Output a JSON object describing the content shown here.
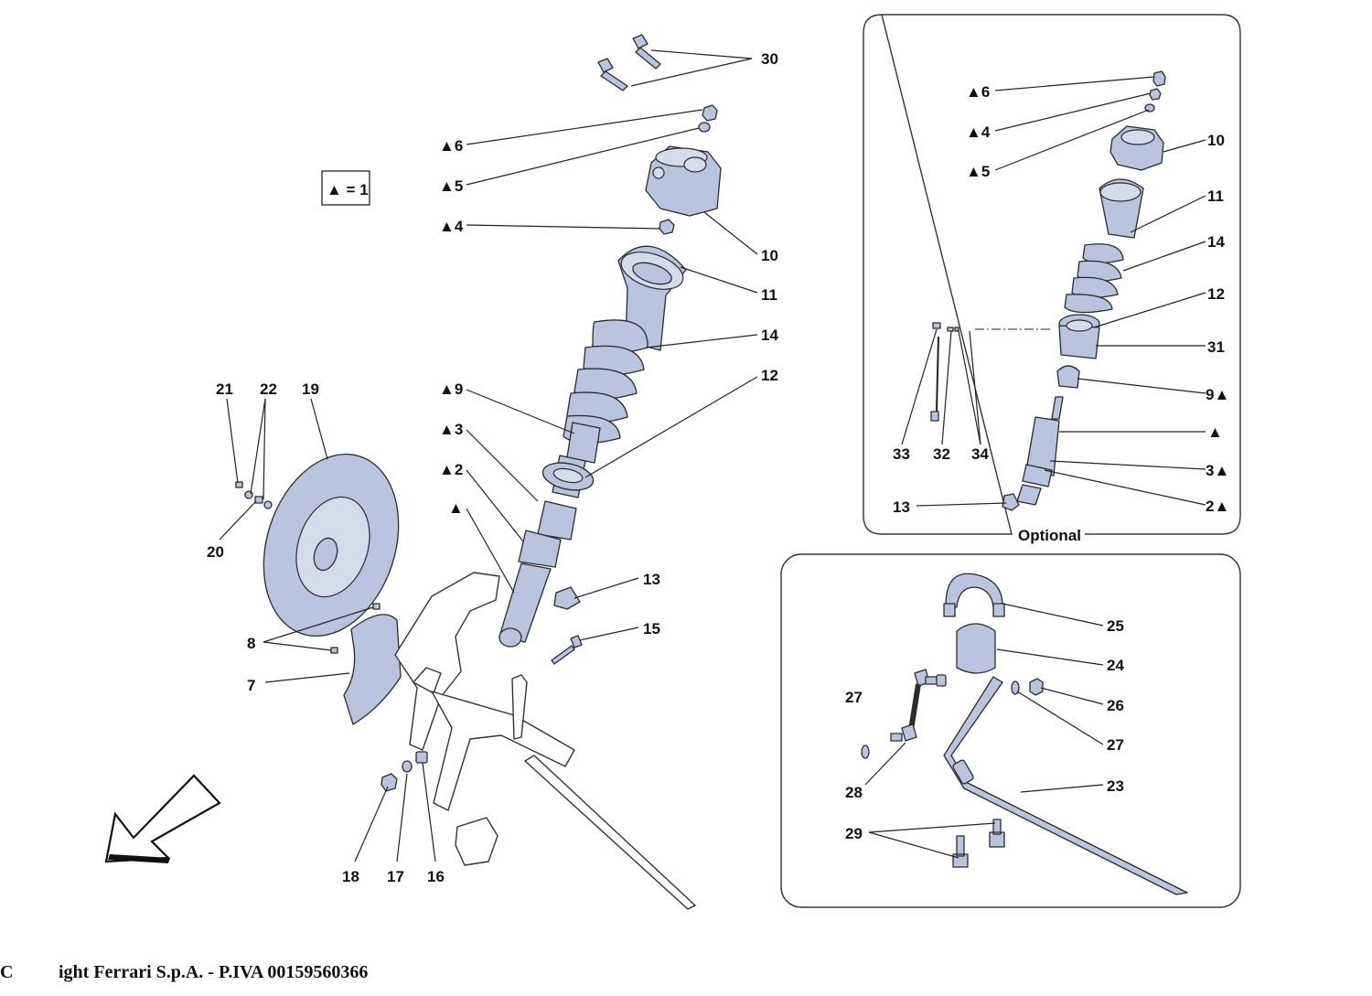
{
  "legend": {
    "symbol": "▲",
    "text": "▲ = 1"
  },
  "inset_optional_title": "Optional",
  "footer": {
    "left": "C",
    "text": "ight Ferrari S.p.A. - P.IVA 00159560366"
  },
  "main_callouts": [
    {
      "id": "30",
      "text": "30"
    },
    {
      "id": "6a",
      "text": "▲6"
    },
    {
      "id": "5a",
      "text": "▲5"
    },
    {
      "id": "4a",
      "text": "▲4"
    },
    {
      "id": "10a",
      "text": "10"
    },
    {
      "id": "11a",
      "text": "11"
    },
    {
      "id": "14a",
      "text": "14"
    },
    {
      "id": "12a",
      "text": "12"
    },
    {
      "id": "9a",
      "text": "▲9"
    },
    {
      "id": "3a",
      "text": "▲3"
    },
    {
      "id": "2a",
      "text": "▲2"
    },
    {
      "id": "tri",
      "text": "▲"
    },
    {
      "id": "13a",
      "text": "13"
    },
    {
      "id": "15",
      "text": "15"
    },
    {
      "id": "21",
      "text": "21"
    },
    {
      "id": "22",
      "text": "22"
    },
    {
      "id": "19",
      "text": "19"
    },
    {
      "id": "20",
      "text": "20"
    },
    {
      "id": "8",
      "text": "8"
    },
    {
      "id": "7",
      "text": "7"
    },
    {
      "id": "18",
      "text": "18"
    },
    {
      "id": "17",
      "text": "17"
    },
    {
      "id": "16",
      "text": "16"
    }
  ],
  "inset_optional_callouts": [
    {
      "id": "6b",
      "text": "▲6"
    },
    {
      "id": "4b",
      "text": "▲4"
    },
    {
      "id": "5b",
      "text": "▲5"
    },
    {
      "id": "10b",
      "text": "10"
    },
    {
      "id": "11b",
      "text": "11"
    },
    {
      "id": "14b",
      "text": "14"
    },
    {
      "id": "12b",
      "text": "12"
    },
    {
      "id": "31",
      "text": "31"
    },
    {
      "id": "9b",
      "text": "9▲"
    },
    {
      "id": "trib",
      "text": "▲"
    },
    {
      "id": "3b",
      "text": "3▲"
    },
    {
      "id": "2b",
      "text": "2▲"
    },
    {
      "id": "13b",
      "text": "13"
    },
    {
      "id": "33",
      "text": "33"
    },
    {
      "id": "32",
      "text": "32"
    },
    {
      "id": "34",
      "text": "34"
    }
  ],
  "inset_stabilizer_callouts": [
    {
      "id": "25",
      "text": "25"
    },
    {
      "id": "24",
      "text": "24"
    },
    {
      "id": "26",
      "text": "26"
    },
    {
      "id": "27a",
      "text": "27"
    },
    {
      "id": "27b",
      "text": "27"
    },
    {
      "id": "23",
      "text": "23"
    },
    {
      "id": "28",
      "text": "28"
    },
    {
      "id": "29",
      "text": "29"
    }
  ],
  "colors": {
    "part_fill": "#b9c4de",
    "outline": "#2b2b2b",
    "background": "#ffffff"
  },
  "icons": {
    "direction_arrow": "front-direction-arrow-icon"
  }
}
